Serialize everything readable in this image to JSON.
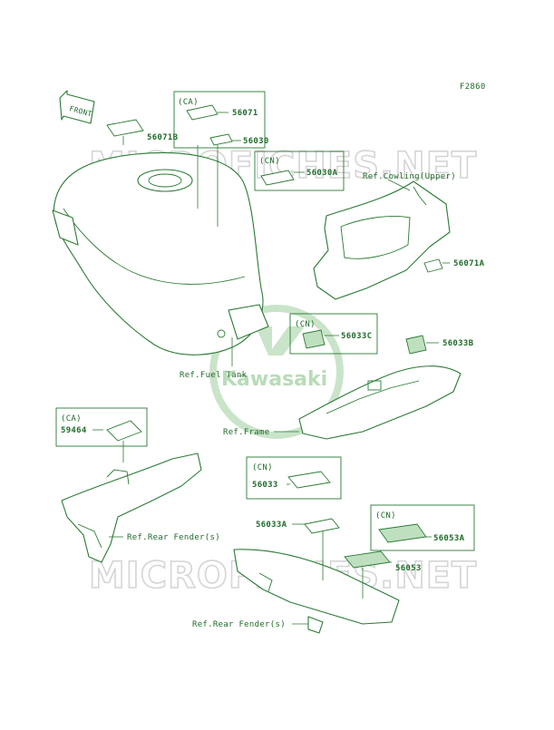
{
  "figure_id": "F2860",
  "watermark": "MICROFICHES.NET",
  "logo_text": "Kawasaki",
  "arrow_label": "FRONT",
  "labels": {
    "p56071B": "56071B",
    "ca1": "(CA)",
    "p56071": "56071",
    "p56030": "56030",
    "cn1": "(CN)",
    "p56030A": "56030A",
    "ref_cowling": "Ref.Cowling(Upper)",
    "p56071A": "56071A",
    "cn2": "(CN)",
    "p56033C": "56033C",
    "p56033B": "56033B",
    "ref_fuel_tank": "Ref.Fuel Tank",
    "ref_frame": "Ref.Frame",
    "ca2": "(CA)",
    "p59464": "59464",
    "cn3": "(CN)",
    "p56033": "56033",
    "ref_rear_fender_1": "Ref.Rear Fender(s)",
    "p56033A": "56033A",
    "cn4": "(CN)",
    "p56053A": "56053A",
    "p56053": "56053",
    "ref_rear_fender_2": "Ref.Rear Fender(s)"
  },
  "colors": {
    "line": "#2a7a33",
    "text": "#1f6b2a",
    "watermark": "#d5d5d5",
    "logo": "#b8dcb8"
  }
}
